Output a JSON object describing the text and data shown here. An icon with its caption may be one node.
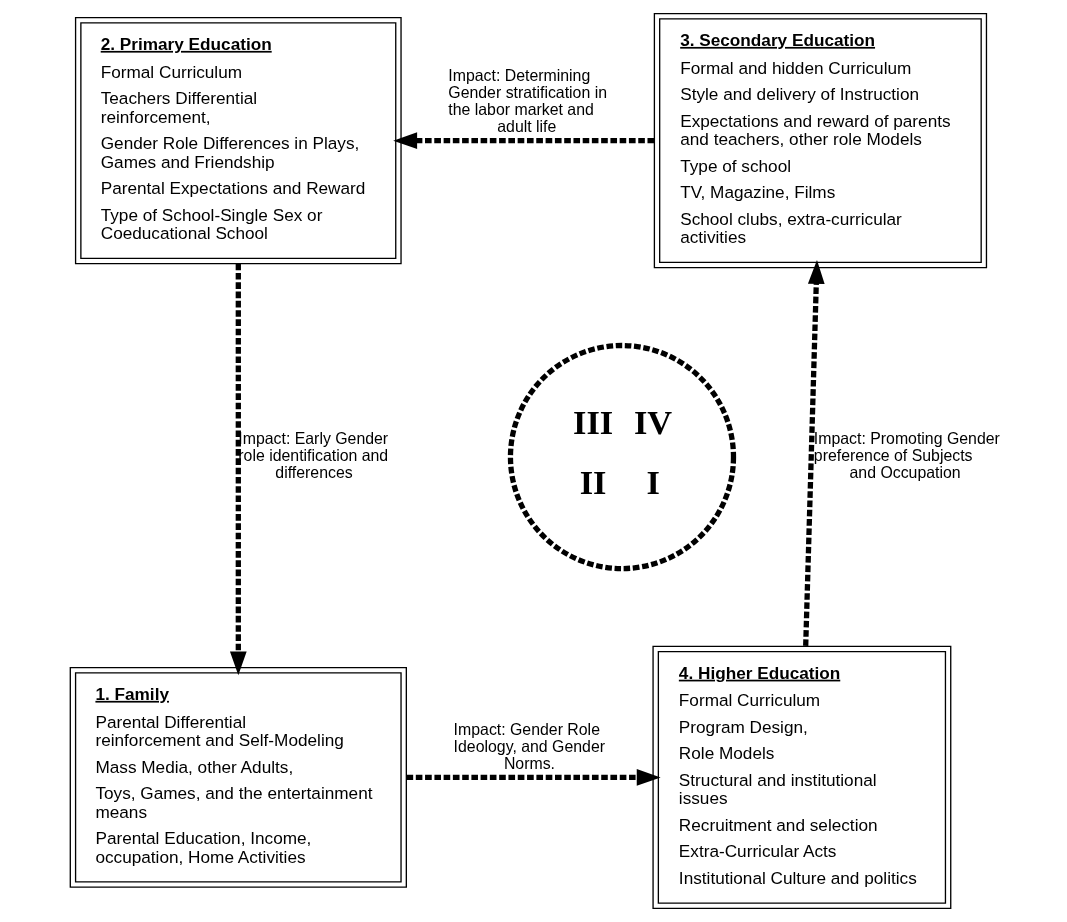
{
  "diagram": {
    "nodes": [
      {
        "text": [
          "2. Primary Education",
          "Formal Curriculum",
          "Teachers Differential reinforcement,",
          "Gender Role Differences in Plays, Games and Friendship",
          "Parental Expectations and Reward",
          "Type of School-Single Sex or Coeducational School"
        ]
      },
      {
        "text": [
          "3. Secondary Education",
          "Formal and hidden Curriculum",
          "Style and delivery of Instruction",
          "Expectations and reward of parents and teachers, other role Models",
          "Type of school",
          "TV, Magazine, Films",
          "School clubs, extra-curricular activities"
        ]
      },
      {
        "text": [
          "III",
          "IV",
          "II",
          "I"
        ]
      },
      {
        "text": [
          "1. Family",
          "Parental Differential reinforcement and Self-Modeling",
          "Mass Media, other Adults,",
          "Toys, Games, and the entertainment means",
          "Parental Education, Income, occupation, Home Activities"
        ]
      },
      {
        "text": [
          "4. Higher Education",
          "Formal Curriculum",
          "Program Design,",
          "Role Models",
          "Structural and institutional issues",
          "Recruitment and selection",
          "Extra-Curricular Acts",
          "Institutional Culture and politics"
        ]
      }
    ],
    "edges": [
      {
        "from": 1,
        "to": 0,
        "arrow": "to",
        "style": "dashed",
        "label": "Impact: Determining Gender stratification in the labor market and adult life"
      },
      {
        "from": 0,
        "to": 3,
        "arrow": "to",
        "style": "dashed",
        "label": "Impact: Early Gender role identification and differences"
      },
      {
        "from": 3,
        "to": 4,
        "arrow": "to",
        "style": "dashed",
        "label": "Impact: Gender Role Ideology, and Gender Norms."
      },
      {
        "from": 4,
        "to": 1,
        "arrow": "to",
        "style": "dashed",
        "label": "Impact: Promoting Gender preference of Subjects and Occupation"
      }
    ]
  }
}
